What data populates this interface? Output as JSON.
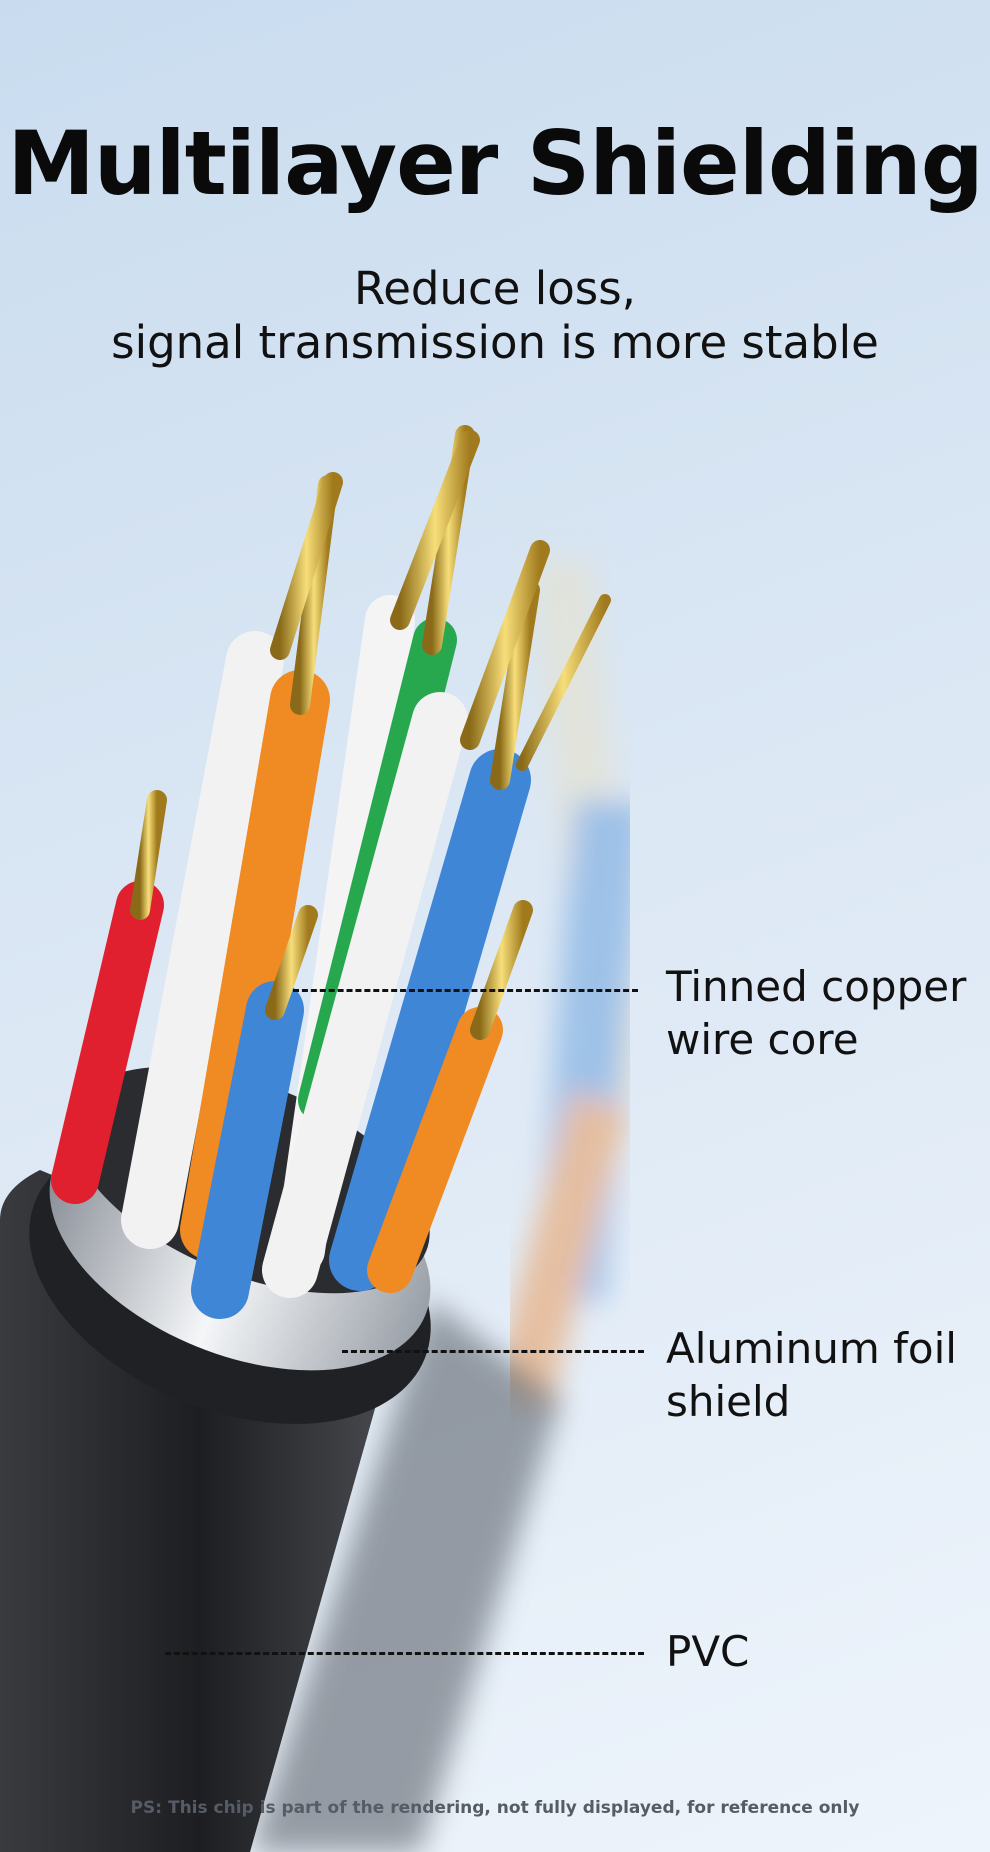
{
  "title": "Multilayer Shielding",
  "subtitle": {
    "line1": "Reduce loss,",
    "line2": "signal transmission is more stable"
  },
  "labels": [
    {
      "line1": "Tinned copper",
      "line2": "wire core"
    },
    {
      "line1": "Aluminum foil",
      "line2": "shield"
    },
    {
      "line1": "PVC",
      "line2": ""
    }
  ],
  "note": "PS: This chip is part of the rendering, not fully displayed, for reference only",
  "colors": {
    "wire_orange": "#f08a22",
    "wire_blue": "#3f86d6",
    "wire_green": "#27a74e",
    "wire_red": "#e0202e",
    "wire_white": "#f2f2f2",
    "gold": "#d9b13a",
    "jacket": "#232427",
    "foil": "#c9ccd2"
  }
}
